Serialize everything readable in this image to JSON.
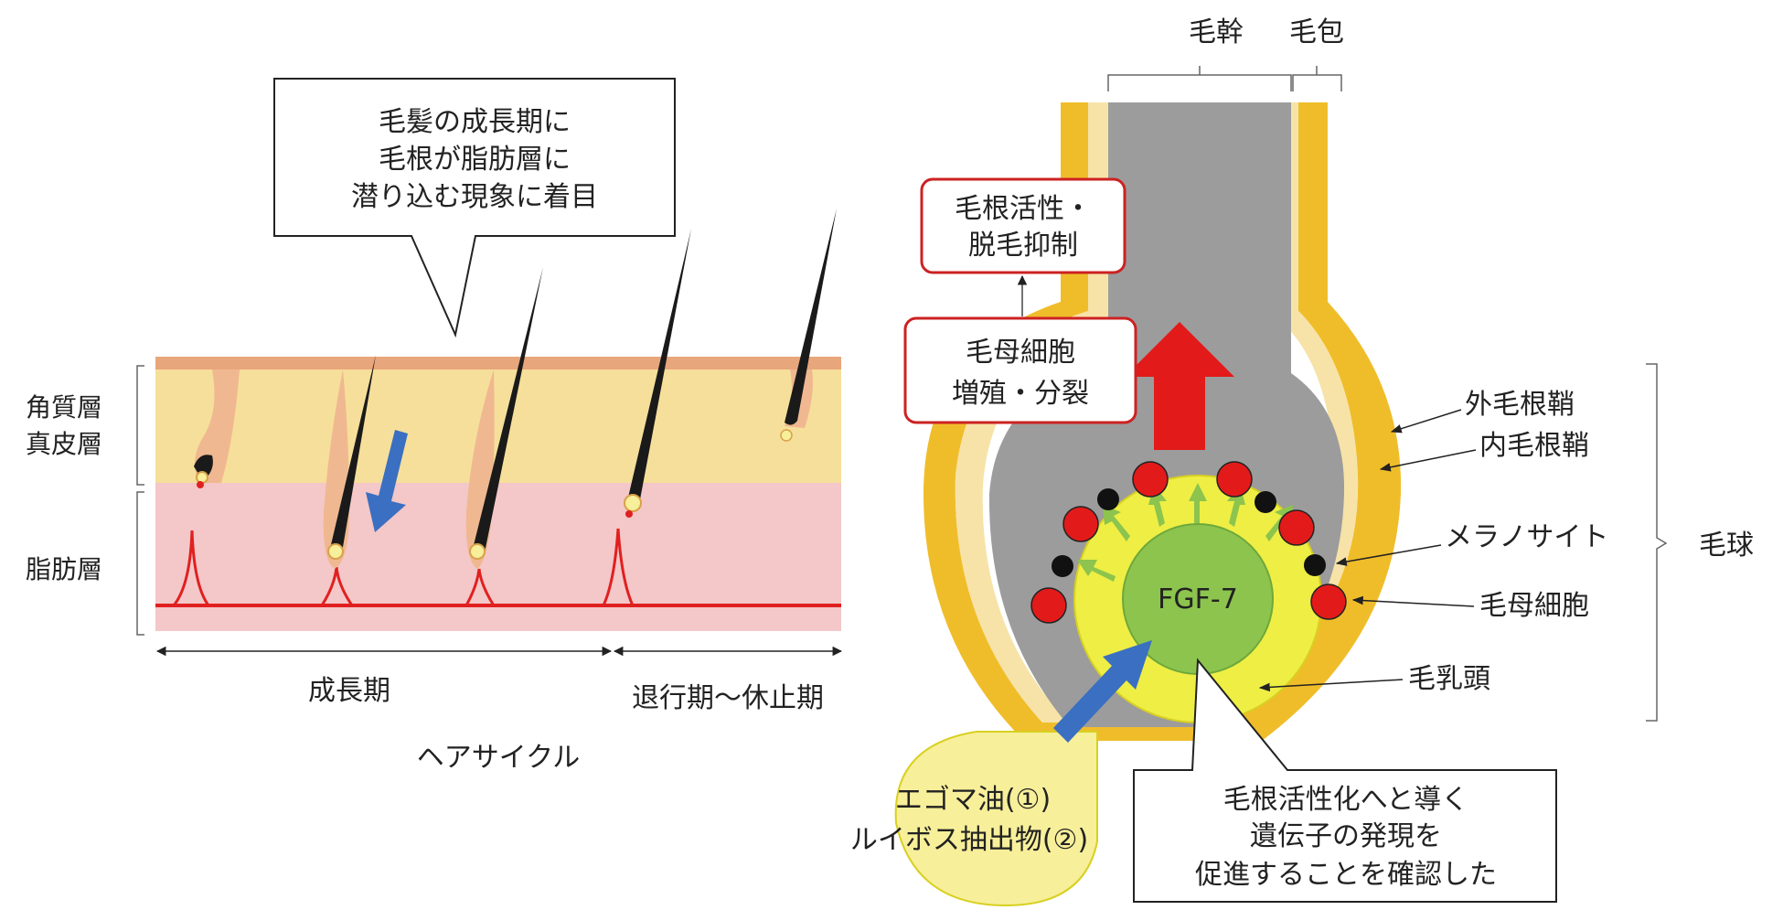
{
  "left_panel": {
    "callout_lines": [
      "毛髪の成長期に",
      "毛根が脂肪層に",
      "潜り込む現象に着目"
    ],
    "layer_labels": {
      "keratin": "角質層",
      "dermis": "真皮層",
      "fat": "脂肪層"
    },
    "phase_labels": {
      "growth": "成長期",
      "regression": "退行期〜休止期"
    },
    "cycle_label": "ヘアサイクル"
  },
  "right_panel": {
    "top_labels": {
      "shaft": "毛幹",
      "follicle": "毛包"
    },
    "activity_box_lines": [
      "毛根活性・",
      "脱毛抑制"
    ],
    "proliferation_box_lines": [
      "毛母細胞",
      "増殖・分裂"
    ],
    "structure_labels": {
      "outer_sheath": "外毛根鞘",
      "inner_sheath": "内毛根鞘",
      "melanocyte": "メラノサイト",
      "matrix_cell": "毛母細胞",
      "papilla": "毛乳頭",
      "bulb": "毛球"
    },
    "growth_factor": "FGF-7",
    "extract_lines": [
      "エゴマ油(①)",
      "ルイボス抽出物(②)"
    ],
    "result_lines": [
      "毛根活性化へと導く",
      "遺伝子の発現を",
      "促進することを確認した"
    ]
  },
  "colors": {
    "skin_top": "#e8a67c",
    "dermis": "#f6df9a",
    "fat": "#f4c7c8",
    "vessel": "#e02020",
    "hair": "#1a1a1a",
    "follicle_outer": "#f0bd2a",
    "follicle_inner": "#f7e3a8",
    "hair_shaft": "#9c9c9c",
    "papilla_ring": "#eeee44",
    "papilla_core": "#8cc44e",
    "green_arrow": "#8cc44e",
    "red_arrow": "#e31a1a",
    "blue_arrow": "#3a6fc2",
    "matrix_cell": "#e31a1a",
    "melanocyte": "#111111",
    "box_border": "#cc2222",
    "extract_fill": "#f7ef9a"
  }
}
